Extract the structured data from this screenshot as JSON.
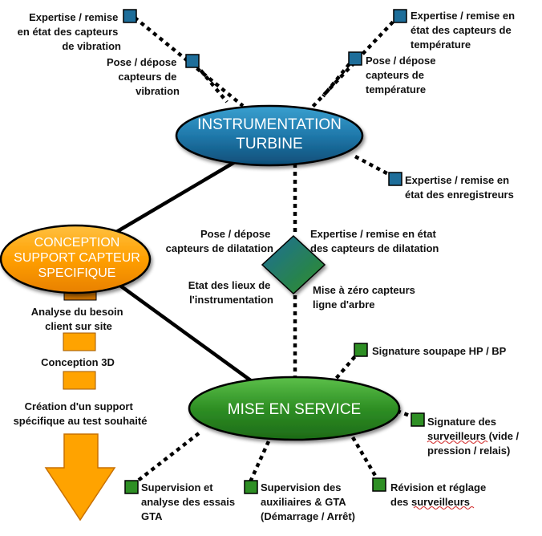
{
  "nodes": {
    "turbine": [
      "INSTRUMENTATION",
      "TURBINE"
    ],
    "service": "MISE EN SERVICE",
    "conception": [
      "CONCEPTION",
      "SUPPORT CAPTEUR",
      "SPECIFIQUE"
    ]
  },
  "labels": {
    "vib_expertise": [
      "Expertise / remise",
      "en état des capteurs",
      "de vibration"
    ],
    "vib_pose": [
      "Pose / dépose",
      "capteurs de",
      "vibration"
    ],
    "temp_expertise": [
      "Expertise / remise en",
      "état des capteurs de",
      "température"
    ],
    "temp_pose": [
      "Pose / dépose",
      "capteurs de",
      "température"
    ],
    "enreg": [
      "Expertise / remise en",
      "état des enregistreurs"
    ],
    "dil_pose": [
      "Pose / dépose",
      "capteurs de dilatation"
    ],
    "dil_expertise": [
      "Expertise / remise en état",
      "des capteurs de dilatation"
    ],
    "etat_lieux": [
      "Etat des lieux de",
      "l'instrumentation"
    ],
    "zero": [
      "Mise à zéro capteurs",
      "ligne d'arbre"
    ],
    "sig_soupape": "Signature soupape HP / BP",
    "sig_surv": [
      "Signature des",
      "surveilleurs (vide /",
      "pression / relais)"
    ],
    "revision": [
      "Révision et réglage",
      "des surveilleurs"
    ],
    "sup_aux": [
      "Supervision des",
      "auxiliaires & GTA",
      "(Démarrage / Arrêt)"
    ],
    "sup_essais": [
      "Supervision et",
      "analyse des essais",
      "GTA"
    ],
    "analyse": [
      "Analyse du besoin",
      "client sur site"
    ],
    "conception3d": "Conception 3D",
    "creation": [
      "Création d'un support",
      "spécifique au test souhaité"
    ]
  },
  "colors": {
    "blue": "#1e6e9a",
    "green": "#2e8f24",
    "orange": "#ffa300",
    "dark_orange": "#c06000"
  }
}
